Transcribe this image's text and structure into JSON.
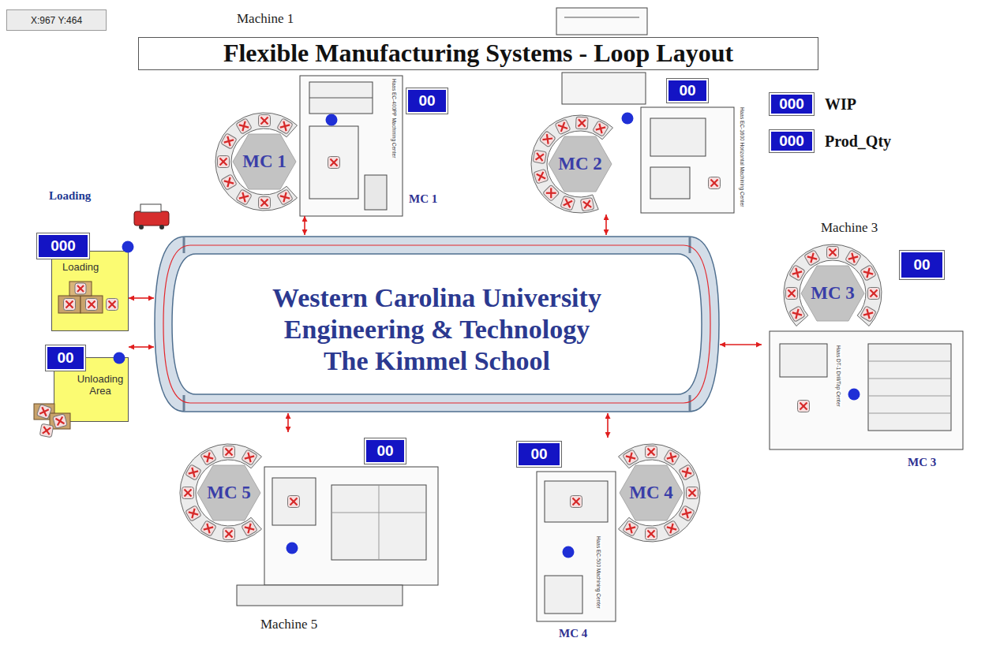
{
  "diagram": {
    "title": "Flexible Manufacturing Systems - Loop Layout",
    "nodes": [
      {
        "text": [
          "X:967 Y:464"
        ]
      },
      {
        "text": [
          "Machine 1",
          "Haas EC-400PP Machining Center",
          "MC 1"
        ]
      },
      {
        "text": [
          "MC 1"
        ],
        "in": 1
      },
      {
        "text": [
          "00"
        ],
        "in": 1
      },
      {
        "text": [
          "Haas EC-1600 Horizontal Machining Center"
        ]
      },
      {
        "text": [
          "MC 2"
        ],
        "in": 4
      },
      {
        "text": [
          "00"
        ],
        "in": 4
      },
      {
        "text": [
          "000",
          "WIP"
        ]
      },
      {
        "text": [
          "000",
          "Prod_Qty"
        ]
      },
      {
        "text": [
          "Loading"
        ]
      },
      {
        "text": [
          "000"
        ],
        "in": 9
      },
      {
        "text": [
          "Unloading Area"
        ]
      },
      {
        "text": [
          "00"
        ],
        "in": 11
      },
      {
        "text": [
          "Western Carolina University",
          "Engineering & Technology",
          "The Kimmel School"
        ]
      },
      {
        "text": [
          "Machine 3",
          "Haas DT-1 Drill/Tap Center",
          "MC 3"
        ]
      },
      {
        "text": [
          "MC 3"
        ],
        "in": 14
      },
      {
        "text": [
          "00"
        ],
        "in": 14
      },
      {
        "text": [
          "Machine 5"
        ]
      },
      {
        "text": [
          "MC 5"
        ],
        "in": 17
      },
      {
        "text": [
          "00"
        ],
        "in": 17
      },
      {
        "text": [
          "Haas EC-500 Machining Center",
          "MC 4"
        ]
      },
      {
        "text": [
          "MC 4"
        ],
        "in": 20
      },
      {
        "text": [
          "00"
        ],
        "in": 20
      }
    ],
    "edges": [
      {
        "from": 13,
        "to": 1,
        "arrow": "both"
      },
      {
        "from": 13,
        "to": 4,
        "arrow": "both"
      },
      {
        "from": 13,
        "to": 14,
        "arrow": "both"
      },
      {
        "from": 13,
        "to": 20,
        "arrow": "both"
      },
      {
        "from": 13,
        "to": 17,
        "arrow": "both"
      },
      {
        "from": 13,
        "to": 9,
        "arrow": "both"
      },
      {
        "from": 13,
        "to": 11,
        "arrow": "both"
      }
    ],
    "labels": [
      "Loading"
    ]
  }
}
